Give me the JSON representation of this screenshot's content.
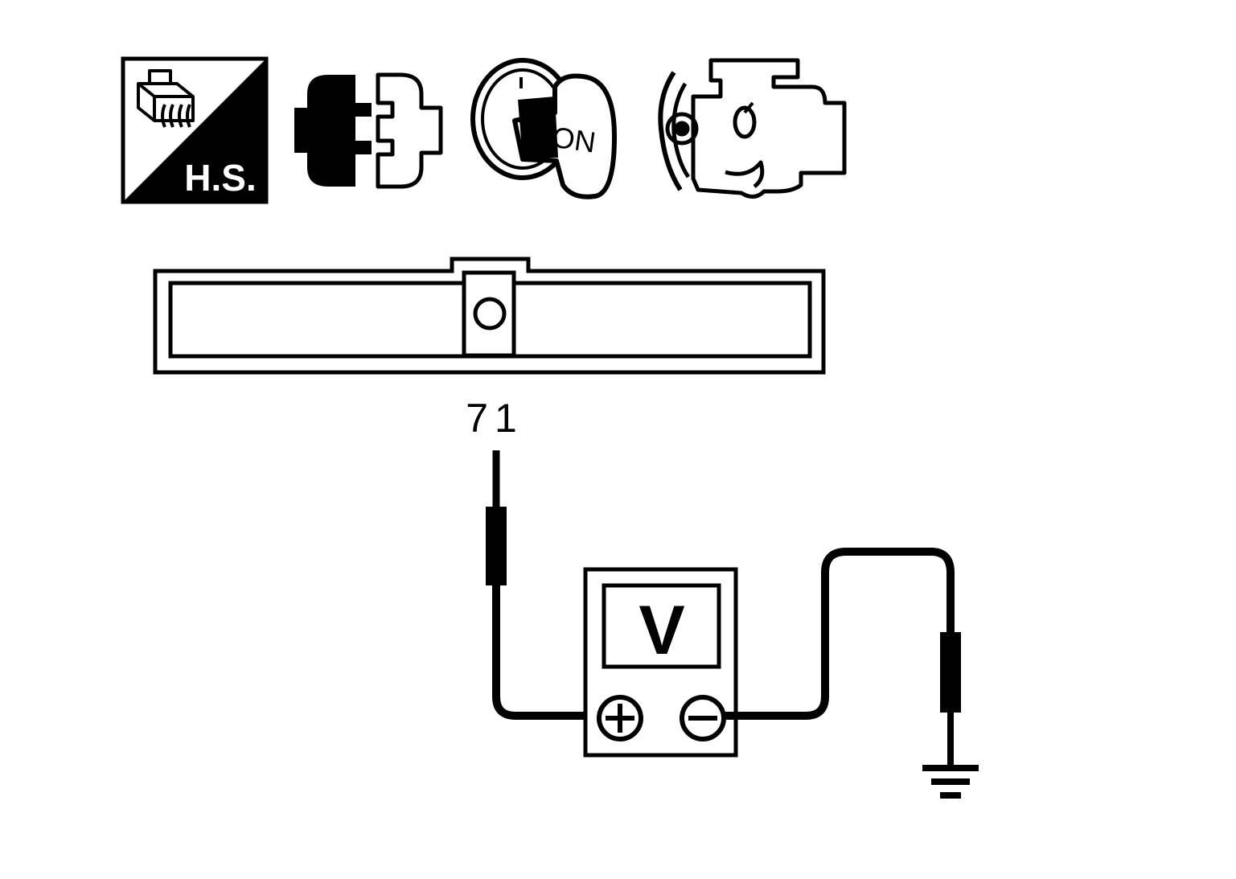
{
  "icons": {
    "harness_side": {
      "label": "H.S.",
      "icon": "harness-side-connector-icon"
    },
    "connector": {
      "icon": "disconnect-connector-icon"
    },
    "ignition": {
      "label": "ON",
      "icon": "ignition-key-on-icon"
    },
    "engine": {
      "icon": "engine-running-icon"
    }
  },
  "connector": {
    "terminal_label": "71"
  },
  "meter": {
    "label": "V",
    "plus_symbol": "+",
    "minus_symbol": "−",
    "icon": "voltmeter-icon"
  },
  "ground": {
    "icon": "ground-symbol-icon"
  },
  "colors": {
    "stroke": "#000000",
    "background": "#ffffff"
  }
}
